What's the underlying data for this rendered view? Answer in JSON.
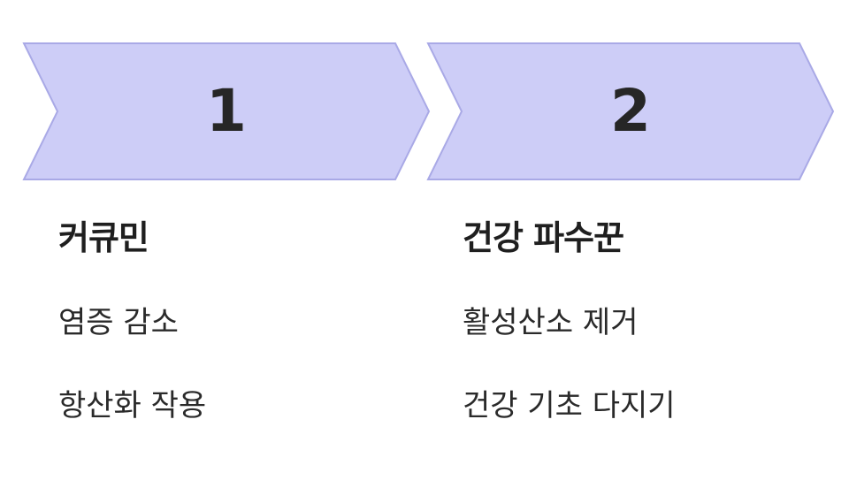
{
  "colors": {
    "chevron_fill": "#cdcdf7",
    "chevron_stroke": "#a9a9e6",
    "text": "#222222"
  },
  "steps": [
    {
      "number": "1",
      "title": "커큐민",
      "lines": [
        "염증 감소",
        "항산화 작용"
      ]
    },
    {
      "number": "2",
      "title": "건강 파수꾼",
      "lines": [
        "활성산소 제거",
        "건강 기초 다지기"
      ]
    }
  ]
}
